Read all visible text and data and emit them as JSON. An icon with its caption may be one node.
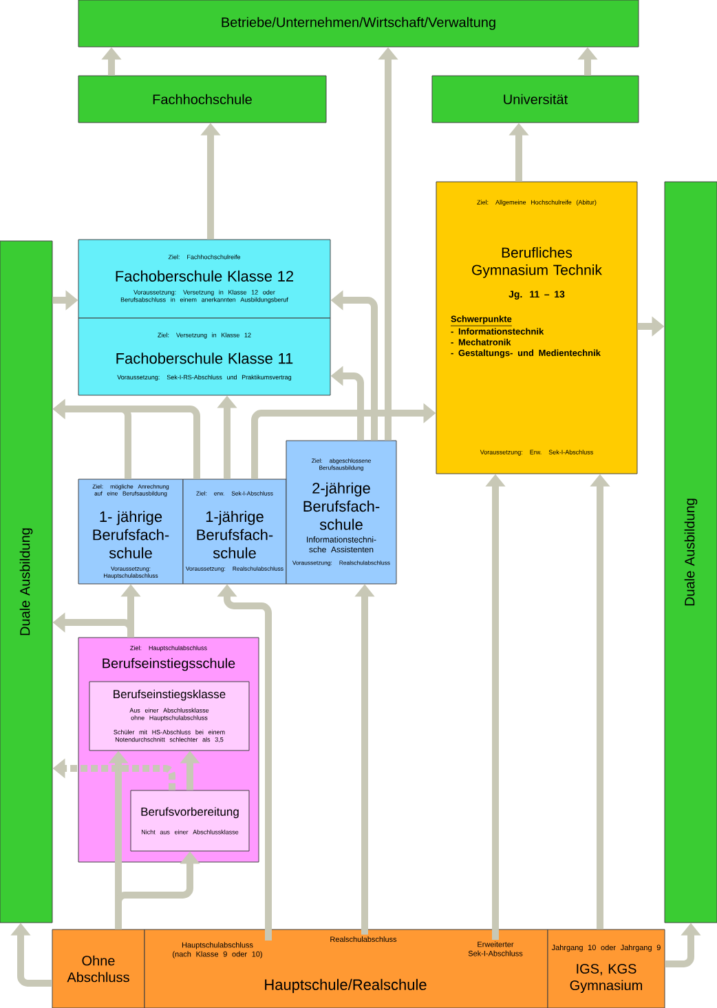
{
  "diagram": {
    "nodes": [
      {
        "text": [
          "Betriebe/Unternehmen/Wirtschaft/Verwaltung"
        ]
      },
      {
        "text": [
          "Fachhochschule"
        ]
      },
      {
        "text": [
          "Universität"
        ]
      },
      {
        "text": [
          "Ziel: Fachhochschulreife",
          "Fachoberschule Klasse 12",
          "Voraussetzung: Versetzung in Klasse 12 oder Berufsabschluss in einem anerkannten Ausbildungsberuf"
        ]
      },
      {
        "text": [
          "Ziel: Versetzung in Klasse 12",
          "Fachoberschule Klasse 11",
          "Voraussetzung: Sek-I-RS-Abschluss und Praktikumsvertrag"
        ]
      },
      {
        "text": [
          "Ziel: Allgemeine Hochschulreife (Abitur)",
          "Berufliches Gymnasium Technik",
          "Jg. 11 – 13",
          "Schwerpunkte",
          "- Informationstechnik",
          "- Mechatronik",
          "- Gestaltungs- und Medientechnik",
          "Voraussetzung: Erw. Sek-I-Abschluss"
        ]
      },
      {
        "text": [
          "Duale Ausbildung"
        ]
      },
      {
        "text": [
          "Duale Ausbildung"
        ]
      },
      {
        "text": [
          "Ziel: mögliche Anrechnung auf eine Berufsausbildung",
          "1- jährige Berufsfach-schule",
          "Voraussetzung: Hauptschulabschluss"
        ]
      },
      {
        "text": [
          "Ziel: erw. Sek-I-Abschluss",
          "1-jährige Berufsfach-schule",
          "Voraussetzung: Realschulabschluss"
        ]
      },
      {
        "text": [
          "Ziel: abgeschlossene Berufsausbildung",
          "2-jährige Berufsfach-schule",
          "Informationstechni-sche Assistenten",
          "Voraussetzung: Realschulabschluss"
        ]
      },
      {
        "text": [
          "Ziel: Hauptschulabschluss",
          "Berufseinstiegsschule"
        ]
      },
      {
        "text": [
          "Berufseinstiegsklasse",
          "Aus einer Abschlussklasse ohne Hauptschulabschluss",
          "Schüler mit HS-Abschluss bei einem Notendurchschnitt schlechter als 3,5"
        ],
        "in": 11
      },
      {
        "text": [
          "Berufsvorbereitung",
          "Nicht aus einer Abschlussklasse"
        ],
        "in": 11
      },
      {
        "text": [
          "Ohne Abschluss"
        ]
      },
      {
        "text": [
          "Hauptschule/Realschule"
        ]
      },
      {
        "text": [
          "Hauptschulabschluss (nach Klasse 9 oder 10)"
        ],
        "in": 15
      },
      {
        "text": [
          "Realschulabschluss"
        ],
        "in": 15
      },
      {
        "text": [
          "Erweiterter Sek-I-Abschluss"
        ],
        "in": 15
      },
      {
        "text": [
          "Jahrgang 10 oder Jahrgang 9",
          "IGS, KGS Gymnasium"
        ]
      }
    ],
    "edges": [
      {
        "from": 1,
        "to": 0,
        "arrow": "to"
      },
      {
        "from": 2,
        "to": 0,
        "arrow": "to"
      },
      {
        "from": 3,
        "to": 1,
        "arrow": "to"
      },
      {
        "from": 5,
        "to": 2,
        "arrow": "to"
      },
      {
        "from": 10,
        "to": 0,
        "arrow": "to"
      },
      {
        "from": 6,
        "to": 3,
        "arrow": "to"
      },
      {
        "from": 5,
        "to": 7,
        "arrow": "to"
      },
      {
        "from": 10,
        "to": 3,
        "arrow": "to"
      },
      {
        "from": 10,
        "to": 4,
        "arrow": "to"
      },
      {
        "from": 8,
        "to": 6,
        "arrow": "to"
      },
      {
        "from": 9,
        "to": 6,
        "arrow": "to"
      },
      {
        "from": 9,
        "to": 4,
        "arrow": "to"
      },
      {
        "from": 9,
        "to": 5,
        "arrow": "to"
      },
      {
        "from": 11,
        "to": 8,
        "arrow": "to"
      },
      {
        "from": 11,
        "to": 6,
        "arrow": "to"
      },
      {
        "from": 14,
        "to": 12,
        "arrow": "to"
      },
      {
        "from": 14,
        "to": 13,
        "arrow": "to"
      },
      {
        "from": 13,
        "to": 12,
        "arrow": "to"
      },
      {
        "from": 13,
        "to": 6,
        "arrow": "to",
        "style": "dashed"
      },
      {
        "from": 14,
        "to": 6,
        "arrow": "to"
      },
      {
        "from": 16,
        "to": 9,
        "arrow": "to"
      },
      {
        "from": 17,
        "to": 10,
        "arrow": "to"
      },
      {
        "from": 18,
        "to": 5,
        "arrow": "to"
      },
      {
        "from": 19,
        "to": 5,
        "arrow": "to"
      },
      {
        "from": 19,
        "to": 7,
        "arrow": "to"
      }
    ]
  }
}
